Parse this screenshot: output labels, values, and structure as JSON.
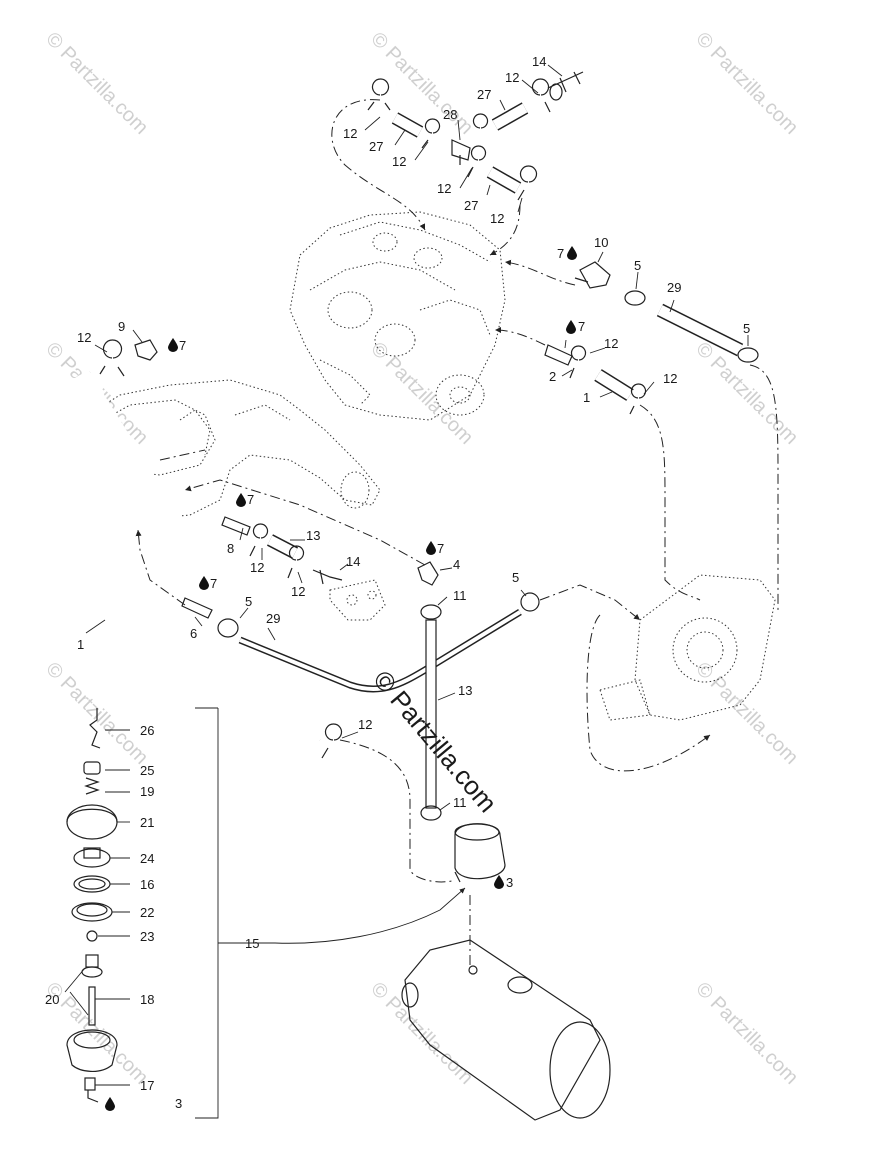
{
  "watermark": {
    "corner_text": "© Partzilla.com",
    "main_text": "© Partzilla.com"
  },
  "callouts": {
    "c14a": "14",
    "c12a": "12",
    "c27a": "27",
    "c28": "28",
    "c12b": "12",
    "c27b": "27",
    "c12c": "12",
    "c12d": "12",
    "c27c": "27",
    "c12e": "12",
    "c7a": "7",
    "c10": "10",
    "c5a": "5",
    "c29a": "29",
    "c5b": "5",
    "c7b": "7",
    "c12f": "12",
    "c2": "2",
    "c12g": "12",
    "c1a": "1",
    "c9": "9",
    "c12h": "12",
    "c7c": "7",
    "c7d": "7",
    "c8": "8",
    "c13a": "13",
    "c12i": "12",
    "c12j": "12",
    "c14b": "14",
    "c7e": "7",
    "c4": "4",
    "c11a": "11",
    "c5c": "5",
    "c7f": "7",
    "c6": "6",
    "c5d": "5",
    "c29b": "29",
    "c1b": "1",
    "c13b": "13",
    "c12k": "12",
    "c11b": "11",
    "c3a": "3",
    "c26": "26",
    "c25": "25",
    "c19": "19",
    "c21": "21",
    "c24": "24",
    "c16": "16",
    "c22": "22",
    "c23": "23",
    "c15": "15",
    "c20": "20",
    "c18": "18",
    "c17": "17",
    "c3b": "3"
  },
  "icons": [
    "oil-drop-icon",
    "copyright-icon"
  ]
}
